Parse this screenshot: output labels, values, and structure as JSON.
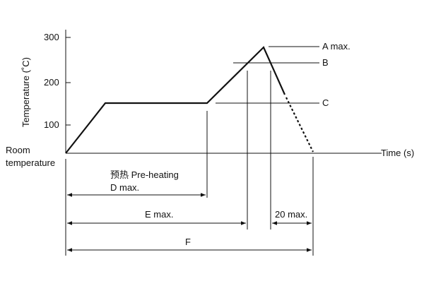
{
  "axes": {
    "y_label": "Temperature (˚C)",
    "x_label": "Time (s)",
    "y_ticks": [
      "300",
      "200",
      "100"
    ],
    "origin_label_line1": "Room",
    "origin_label_line2": "temperature"
  },
  "levels": {
    "a": "A max.",
    "b": "B",
    "c": "C"
  },
  "dimensions": {
    "preheat_line1": "预热 Pre-heating",
    "preheat_line2": "D max.",
    "e": "E max.",
    "twenty": "20 max.",
    "f": "F"
  },
  "colors": {
    "ink": "#111111"
  }
}
